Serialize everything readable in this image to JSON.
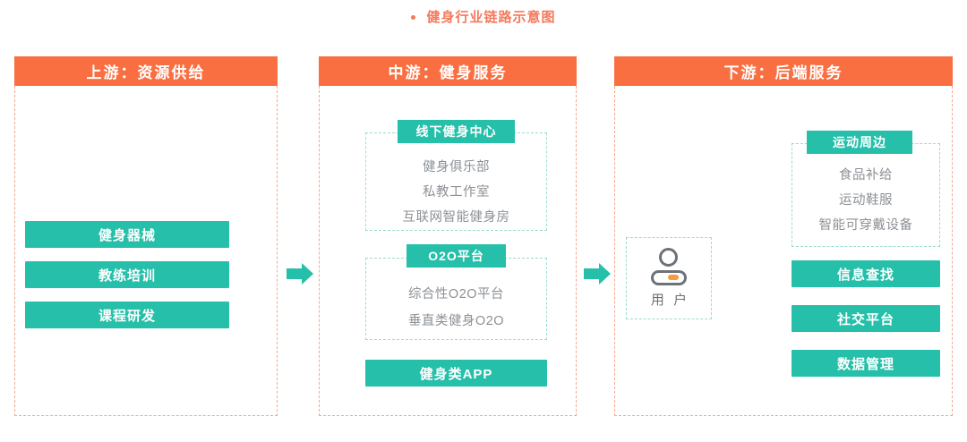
{
  "title": {
    "bullet": "•",
    "text": "健身行业链路示意图"
  },
  "colors": {
    "orange": "#F96F42",
    "orange_dashed": "#F6A78C",
    "teal": "#26BFA9",
    "teal_dashed": "#9CDCD3",
    "body_text": "#8C9196",
    "user_gray": "#6D7278",
    "accent_orange_bar": "#F89B3C"
  },
  "columns": [
    {
      "id": "upstream",
      "header": "上游：资源供给",
      "items": [
        {
          "label": "健身器械"
        },
        {
          "label": "教练培训"
        },
        {
          "label": "课程研发"
        }
      ]
    },
    {
      "id": "midstream",
      "header": "中游：健身服务",
      "groups": [
        {
          "head": "线下健身中心",
          "items": [
            "健身俱乐部",
            "私教工作室",
            "互联网智能健身房"
          ]
        },
        {
          "head": "O2O平台",
          "items": [
            "综合性O2O平台",
            "垂直类健身O2O"
          ]
        }
      ],
      "standalone": "健身类APP"
    },
    {
      "id": "downstream",
      "header": "下游：后端服务",
      "groups": [
        {
          "head": "运动周边",
          "items": [
            "食品补给",
            "运动鞋服",
            "智能可穿戴设备"
          ]
        }
      ],
      "items": [
        {
          "label": "信息查找"
        },
        {
          "label": "社交平台"
        },
        {
          "label": "数据管理"
        }
      ]
    }
  ],
  "user_node": {
    "label": "用 户",
    "icon": "user-person-icon"
  },
  "arrows": [
    {
      "name": "arrow-upstream-to-midstream",
      "direction": "right"
    },
    {
      "name": "arrow-midstream-to-user",
      "direction": "right"
    },
    {
      "name": "arrow-downstream-to-user",
      "direction": "left"
    }
  ]
}
